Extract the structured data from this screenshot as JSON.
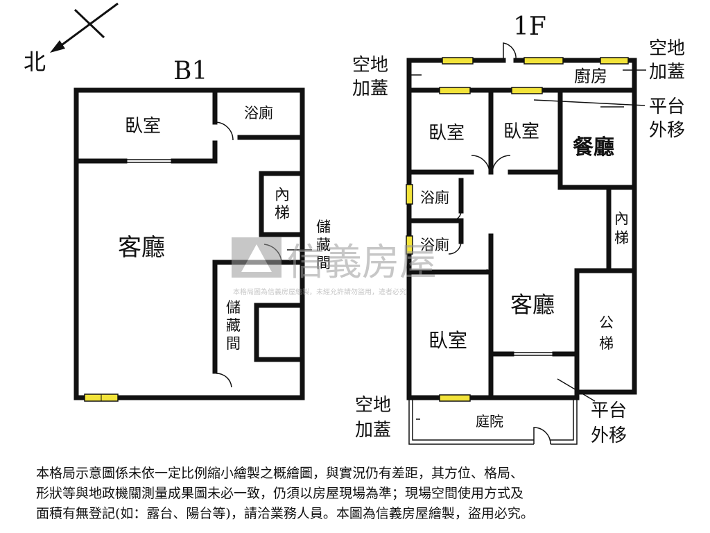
{
  "compass": {
    "label": "北"
  },
  "floors": {
    "b1": {
      "title": "B1",
      "rooms": {
        "bedroom": "臥室",
        "bath": "浴廁",
        "stair": [
          "內",
          "梯"
        ],
        "living": "客廳",
        "storage_a": [
          "儲",
          "藏",
          "間"
        ],
        "storage_b": [
          "儲",
          "藏",
          "間"
        ]
      }
    },
    "f1": {
      "title": "1F",
      "rooms": {
        "kitchen": "廚房",
        "bedroom_1": "臥室",
        "bedroom_2": "臥室",
        "dining": "餐廳",
        "bath_1": "浴廁",
        "bath_2": "浴廁",
        "stair": [
          "內",
          "梯"
        ],
        "living": "客廳",
        "bedroom_3": "臥室",
        "public_stair": [
          "公",
          "梯"
        ],
        "courtyard": "庭院"
      },
      "annotations": {
        "top_left": [
          "空地",
          "加蓋"
        ],
        "top_right": [
          "空地",
          "加蓋"
        ],
        "platform_top": [
          "平台",
          "外移"
        ],
        "bottom_left": [
          "空地",
          "加蓋"
        ],
        "platform_bottom": [
          "平台",
          "外移"
        ]
      }
    }
  },
  "watermark": {
    "brand": "信義房屋",
    "notice": "本格局圖為信義房屋繪製，未經允許請勿盜用，違者必究"
  },
  "disclaimer": [
    "本格局示意圖係未依一定比例縮小繪製之概繪圖，與實況仍有差距，其方位、格局、",
    "形狀等與地政機關測量成果圖未必一致，仍須以房屋現場為準；現場空間使用方式及",
    "面積有無登記(如：露台、陽台等)，請洽業務人員。本圖為信義房屋繪製，盜用必究。"
  ],
  "colors": {
    "wall": "#111111",
    "window": "#f2e33a",
    "watermark": "#9a9a9a"
  }
}
